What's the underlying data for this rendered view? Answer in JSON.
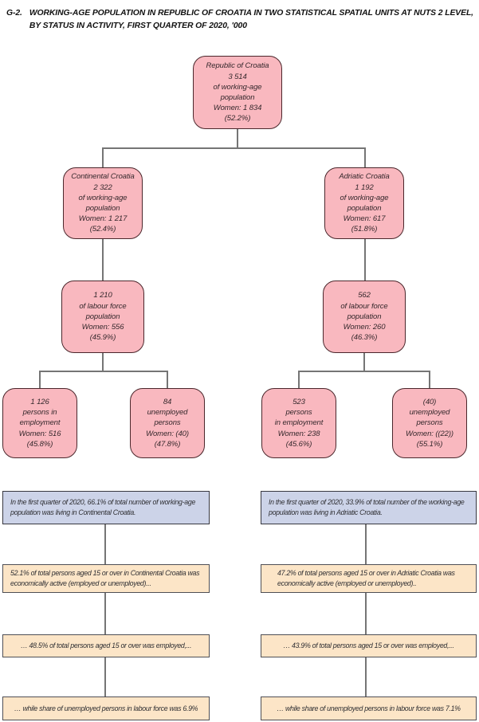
{
  "figure": {
    "id": "G-2.",
    "title_line1": "WORKING-AGE POPULATION IN REPUBLIC OF CROATIA IN TWO STATISTICAL SPATIAL UNITS AT NUTS 2 LEVEL,",
    "title_line2": "BY STATUS IN ACTIVITY, FIRST QUARTER OF 2020, '000"
  },
  "tree": {
    "republic": {
      "lines": [
        "Republic of Croatia",
        "3 514",
        "of working-age",
        "population",
        "Women: 1 834",
        "(52.2%)"
      ]
    },
    "continental": {
      "lines": [
        "Continental Croatia",
        "2 322",
        "of working-age",
        "population",
        "Women: 1 217",
        "(52.4%)"
      ]
    },
    "adriatic": {
      "lines": [
        "Adriatic Croatia",
        "1 192",
        "of working-age",
        "population",
        "Women: 617",
        "(51.8%)"
      ]
    },
    "continental_labour": {
      "lines": [
        "1 210",
        "of labour force",
        "population",
        "Women: 556",
        "(45.9%)"
      ]
    },
    "adriatic_labour": {
      "lines": [
        "562",
        "of labour force",
        "population",
        "Women: 260",
        "(46.3%)"
      ]
    },
    "continental_employed": {
      "lines": [
        "1 126",
        "persons in",
        "employment",
        "Women: 516",
        "(45.8%)"
      ]
    },
    "continental_unemployed": {
      "lines": [
        "84",
        "unemployed",
        "persons",
        "Women: (40)",
        "(47.8%)"
      ]
    },
    "adriatic_employed": {
      "lines": [
        "523",
        "persons",
        "in employment",
        "Women: 238",
        "(45.6%)"
      ]
    },
    "adriatic_unemployed": {
      "lines": [
        "(40)",
        "unemployed",
        "persons",
        "Women: ((22))",
        "(55.1%)"
      ]
    }
  },
  "notes": {
    "continental_share": "In the first quarter of 2020, 66.1% of total number of working-age population was living in Continental Croatia.",
    "adriatic_share": "In the first quarter of 2020, 33.9% of  total number of the working-age population was living in Adriatic Croatia.",
    "continental_active": "52.1% of total persons aged 15 or over in Continental Croatia was economically active (employed or unemployed)...",
    "adriatic_active": "47.2% of total persons aged 15 or over in Adriatic Croatia was economically active (employed or unemployed)..",
    "continental_employment": "… 48.5% of total persons aged 15 or over was employed,...",
    "adriatic_employment": "… 43.9% of total persons aged 15 or over was employed,...",
    "continental_unemployment": "… while share of unemployed persons in labour force was 6.9%",
    "adriatic_unemployment": "… while share of unemployed persons in labour force was 7.1%"
  },
  "colors": {
    "node_fill": "#f9b8bf",
    "node_border": "#4b272c",
    "share_note_fill": "#ccd3e8",
    "share_note_border": "#383840",
    "activity_note_fill": "#fce5c7",
    "activity_note_border": "#4f4f55",
    "connector": "#757575"
  }
}
